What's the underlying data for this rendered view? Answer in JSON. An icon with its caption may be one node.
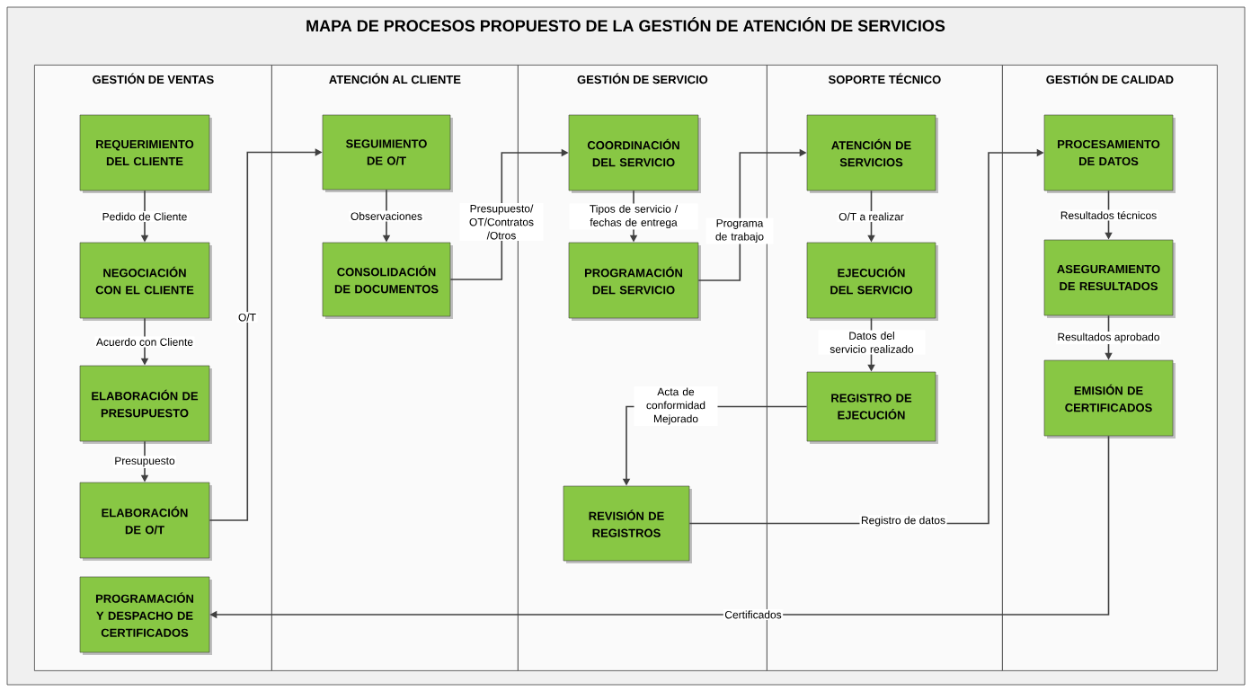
{
  "diagram": {
    "title": "MAPA DE PROCESOS PROPUESTO DE LA GESTIÓN DE ATENCIÓN DE SERVICIOS",
    "nodes": [
      {
        "text": [
          "GESTIÓN DE VENTAS"
        ]
      },
      {
        "text": [
          "ATENCIÓN AL CLIENTE"
        ]
      },
      {
        "text": [
          "GESTIÓN DE SERVICIO"
        ]
      },
      {
        "text": [
          "SOPORTE TÉCNICO"
        ]
      },
      {
        "text": [
          "GESTIÓN DE CALIDAD"
        ]
      },
      {
        "text": [
          "REQUERIMIENTO DEL CLIENTE"
        ],
        "in": 0
      },
      {
        "text": [
          "NEGOCIACIÓN CON EL CLIENTE"
        ],
        "in": 0
      },
      {
        "text": [
          "ELABORACIÓN DE PRESUPUESTO"
        ],
        "in": 0
      },
      {
        "text": [
          "ELABORACIÓN DE O/T"
        ],
        "in": 0
      },
      {
        "text": [
          "PROGRAMACIÓN Y DESPACHO DE CERTIFICADOS"
        ],
        "in": 0
      },
      {
        "text": [
          "SEGUIMIENTO DE O/T"
        ],
        "in": 1
      },
      {
        "text": [
          "CONSOLIDACIÓN DE DOCUMENTOS"
        ],
        "in": 1
      },
      {
        "text": [
          "COORDINACIÓN DEL SERVICIO"
        ],
        "in": 2
      },
      {
        "text": [
          "PROGRAMACIÓN DEL SERVICIO"
        ],
        "in": 2
      },
      {
        "text": [
          "REVISIÓN DE REGISTROS"
        ],
        "in": 2
      },
      {
        "text": [
          "ATENCIÓN DE SERVICIOS"
        ],
        "in": 3
      },
      {
        "text": [
          "EJECUCIÓN DEL SERVICIO"
        ],
        "in": 3
      },
      {
        "text": [
          "REGISTRO DE EJECUCIÓN"
        ],
        "in": 3
      },
      {
        "text": [
          "PROCESAMIENTO DE DATOS"
        ],
        "in": 4
      },
      {
        "text": [
          "ASEGURAMIENTO DE RESULTADOS"
        ],
        "in": 4
      },
      {
        "text": [
          "EMISIÓN DE CERTIFICADOS"
        ],
        "in": 4
      }
    ],
    "edges": [
      {
        "from": 5,
        "to": 6,
        "arrow": "to",
        "label": "Pedido de Cliente"
      },
      {
        "from": 6,
        "to": 7,
        "arrow": "to",
        "label": "Acuerdo con Cliente"
      },
      {
        "from": 7,
        "to": 8,
        "arrow": "to",
        "label": "Presupuesto"
      },
      {
        "from": 8,
        "to": 10,
        "arrow": "to",
        "label": "O/T"
      },
      {
        "from": 10,
        "to": 11,
        "arrow": "to",
        "label": "Observaciones"
      },
      {
        "from": 11,
        "to": 12,
        "arrow": "to",
        "label": "Presupuesto/ OT/Contratos /Otros"
      },
      {
        "from": 12,
        "to": 13,
        "arrow": "to",
        "label": "Tipos de servicio / fechas de entrega"
      },
      {
        "from": 13,
        "to": 15,
        "arrow": "to",
        "label": "Programa de trabajo"
      },
      {
        "from": 15,
        "to": 16,
        "arrow": "to",
        "label": "O/T a realizar"
      },
      {
        "from": 16,
        "to": 17,
        "arrow": "to",
        "label": "Datos del servicio realizado"
      },
      {
        "from": 17,
        "to": 14,
        "arrow": "to",
        "label": "Acta de conformidad Mejorado"
      },
      {
        "from": 14,
        "to": 18,
        "arrow": "to",
        "label": "Registro de datos"
      },
      {
        "from": 18,
        "to": 19,
        "arrow": "to",
        "label": "Resultados técnicos"
      },
      {
        "from": 19,
        "to": 20,
        "arrow": "to",
        "label": "Resultados aprobado"
      },
      {
        "from": 20,
        "to": 9,
        "arrow": "to",
        "label": "Certificados"
      }
    ]
  }
}
